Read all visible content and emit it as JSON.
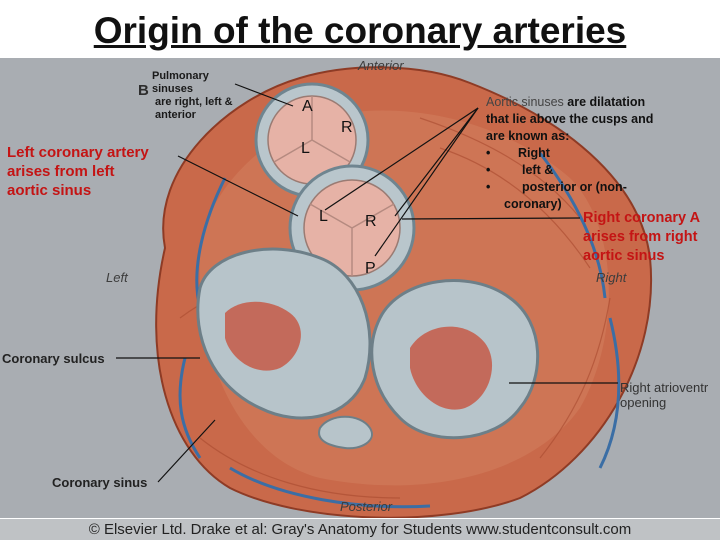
{
  "title": "Origin of the coronary arteries",
  "figure_letter": "B",
  "orientation": {
    "anterior": "Anterior",
    "posterior": "Posterior",
    "left": "Left",
    "right": "Right"
  },
  "pulmonary": {
    "line1": "Pulmonary",
    "line2": "sinuses",
    "line3": "are right, left &",
    "line4": "anterior"
  },
  "left_coronary": {
    "line1": "Left coronary artery",
    "line2": "arises from left",
    "line3": "aortic sinus"
  },
  "aortic_sinuses": {
    "label": "Aortic sinuses",
    "desc1": "are dilatation",
    "desc2": "that lie above the cusps and",
    "desc3": "are known as:",
    "bullets": [
      "Right",
      "left &",
      "posterior or (non-"
    ],
    "tail": "coronary)"
  },
  "right_coronary": {
    "line1": "Right coronary A",
    "line2": "arises from right",
    "line3": "aortic sinus"
  },
  "cusp_letters": {
    "pA": "A",
    "pR": "R",
    "pL": "L",
    "aL": "L",
    "aR": "R",
    "aP": "P"
  },
  "labels": {
    "coronary_sulcus": "Coronary sulcus",
    "coronary_sinus": "Coronary sinus",
    "right_av1": "Right atrioventr",
    "right_av2": "opening"
  },
  "footer": "© Elsevier Ltd. Drake et al: Gray's Anatomy for Students www.studentconsult.com"
}
